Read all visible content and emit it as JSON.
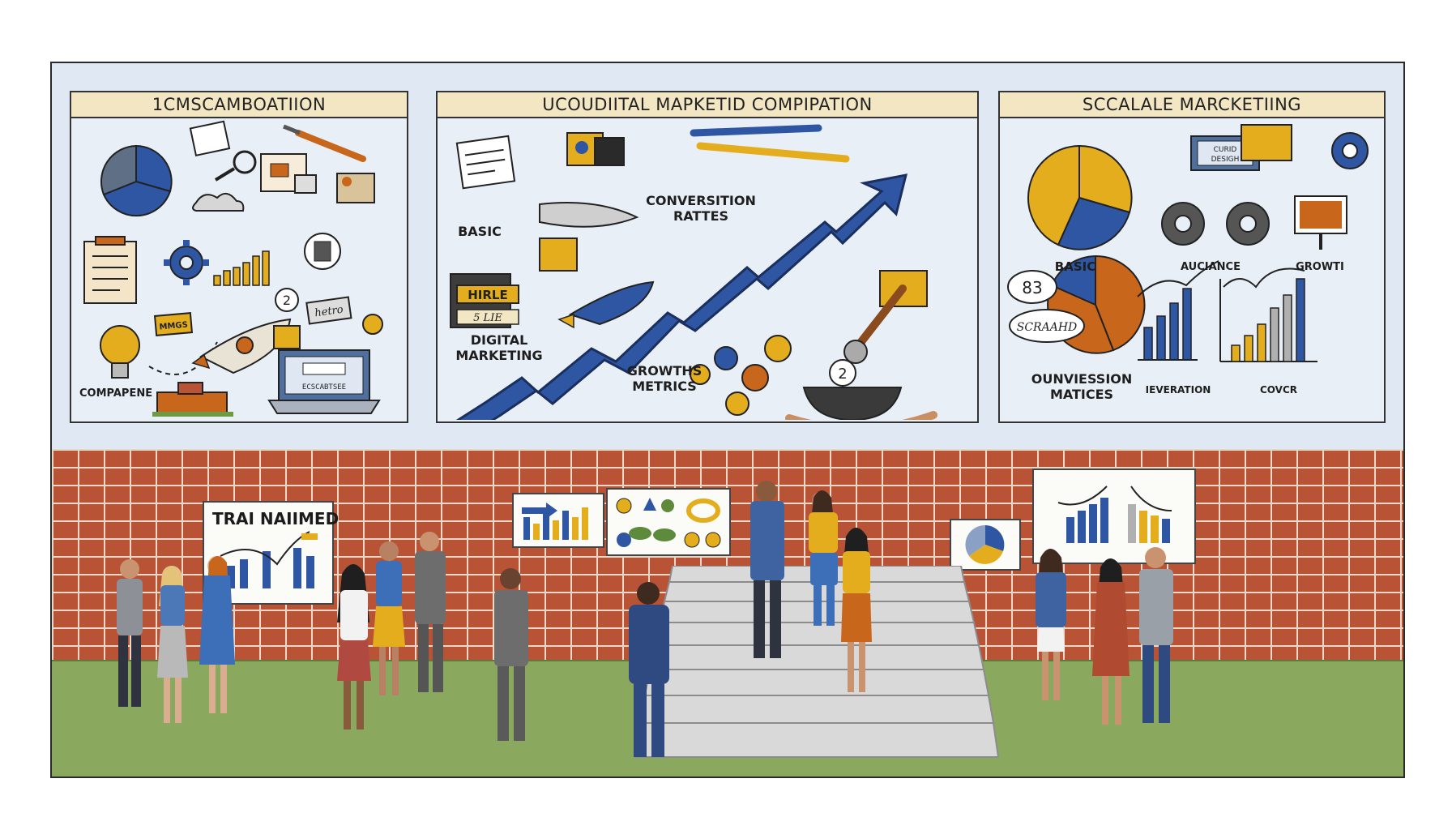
{
  "panels": [
    {
      "title": "1CMSCAMBOATIION",
      "labels": {
        "companies": "COMPAPENE",
        "note": "MMGS",
        "retro": "hetro",
        "laptop_screen": "ECSCABTSEE",
        "badge": "2"
      }
    },
    {
      "title": "UCOUDIITAL MAPKETID COMPIPATION",
      "labels": {
        "conversion_line1": "CONVERSITION",
        "conversion_line2": "RATTES",
        "basic": "BASIC",
        "hire_sign": "HIRLE",
        "sign_sub": "5 LIE",
        "digital_line1": "DIGITAL",
        "digital_line2": "MARKETING",
        "growth_line1": "GROWTHS",
        "growth_line2": "METRICS",
        "badge": "2"
      }
    },
    {
      "title": "SCCALALE MARCKETIING",
      "labels": {
        "basic": "BASIC",
        "audience": "AUCIANCE",
        "growth": "GROWTI",
        "screen_line1": "CURID",
        "screen_line2": "DESIGH",
        "conversion_line1": "OUNVIESSION",
        "conversion_line2": "MATICES",
        "bubble_top": "83",
        "bubble_bottom": "SCRAAHD",
        "leveration": "IEVERATION",
        "cover": "COVCR"
      }
    }
  ],
  "posters": {
    "left_title": "TRAI NAIIMED"
  },
  "colors": {
    "blue": "#2f56a3",
    "gold": "#e4ad1e",
    "brick": "#b95336",
    "grass": "#8aa95f",
    "orange": "#c8661c"
  }
}
